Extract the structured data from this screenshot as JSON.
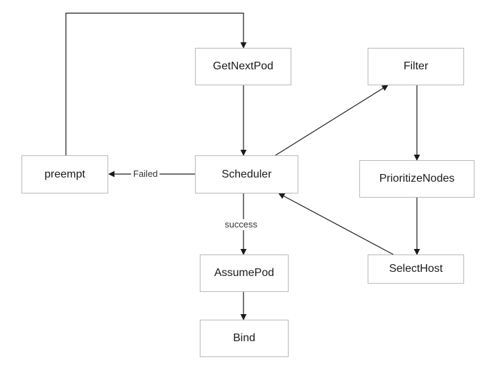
{
  "diagram": {
    "nodes": {
      "getnextpod": "GetNextPod",
      "filter": "Filter",
      "scheduler": "Scheduler",
      "preempt": "preempt",
      "prioritizenodes": "PrioritizeNodes",
      "assumepod": "AssumePod",
      "selecthost": "SelectHost",
      "bind": "Bind"
    },
    "edges": [
      {
        "from": "GetNextPod",
        "to": "Scheduler",
        "label": ""
      },
      {
        "from": "Scheduler",
        "to": "Filter",
        "label": ""
      },
      {
        "from": "Filter",
        "to": "PrioritizeNodes",
        "label": ""
      },
      {
        "from": "PrioritizeNodes",
        "to": "SelectHost",
        "label": ""
      },
      {
        "from": "SelectHost",
        "to": "Scheduler",
        "label": ""
      },
      {
        "from": "Scheduler",
        "to": "preempt",
        "label": "Failed"
      },
      {
        "from": "preempt",
        "to": "GetNextPod",
        "label": ""
      },
      {
        "from": "Scheduler",
        "to": "AssumePod",
        "label": "success"
      },
      {
        "from": "AssumePod",
        "to": "Bind",
        "label": ""
      }
    ],
    "labels": {
      "failed": "Failed",
      "success": "success"
    },
    "colors": {
      "line": "#1a1a1a",
      "node_border": "#b9b9b9",
      "text": "#1a1a1a"
    }
  }
}
